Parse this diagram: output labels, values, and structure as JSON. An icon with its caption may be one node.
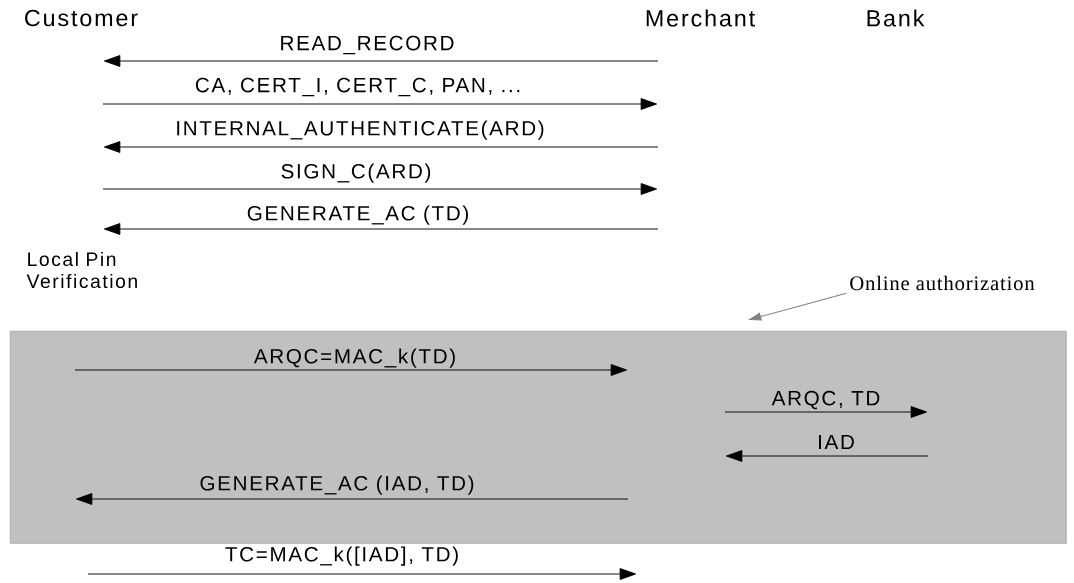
{
  "diagram": {
    "nodes": [
      {
        "text": [
          "Online authorization"
        ]
      },
      {
        "text": [],
        "shape": "box"
      }
    ],
    "edges": [
      {
        "from": 0,
        "to": 1,
        "arrow": "to",
        "color": "#808080"
      }
    ],
    "labels": [
      "Customer",
      "Merchant",
      "Bank",
      "READ_RECORD",
      "CA, CERT_I, CERT_C,  PAN, ...",
      "INTERNAL_AUTHENTICATE(ARD)",
      "SIGN_C(ARD)",
      "GENERATE_AC (TD)",
      "Local Pin Verification",
      "ARQC=MAC_k(TD)",
      "ARQC, TD",
      "IAD",
      "GENERATE_AC (IAD, TD)",
      "TC=MAC_k([IAD], TD)"
    ]
  }
}
